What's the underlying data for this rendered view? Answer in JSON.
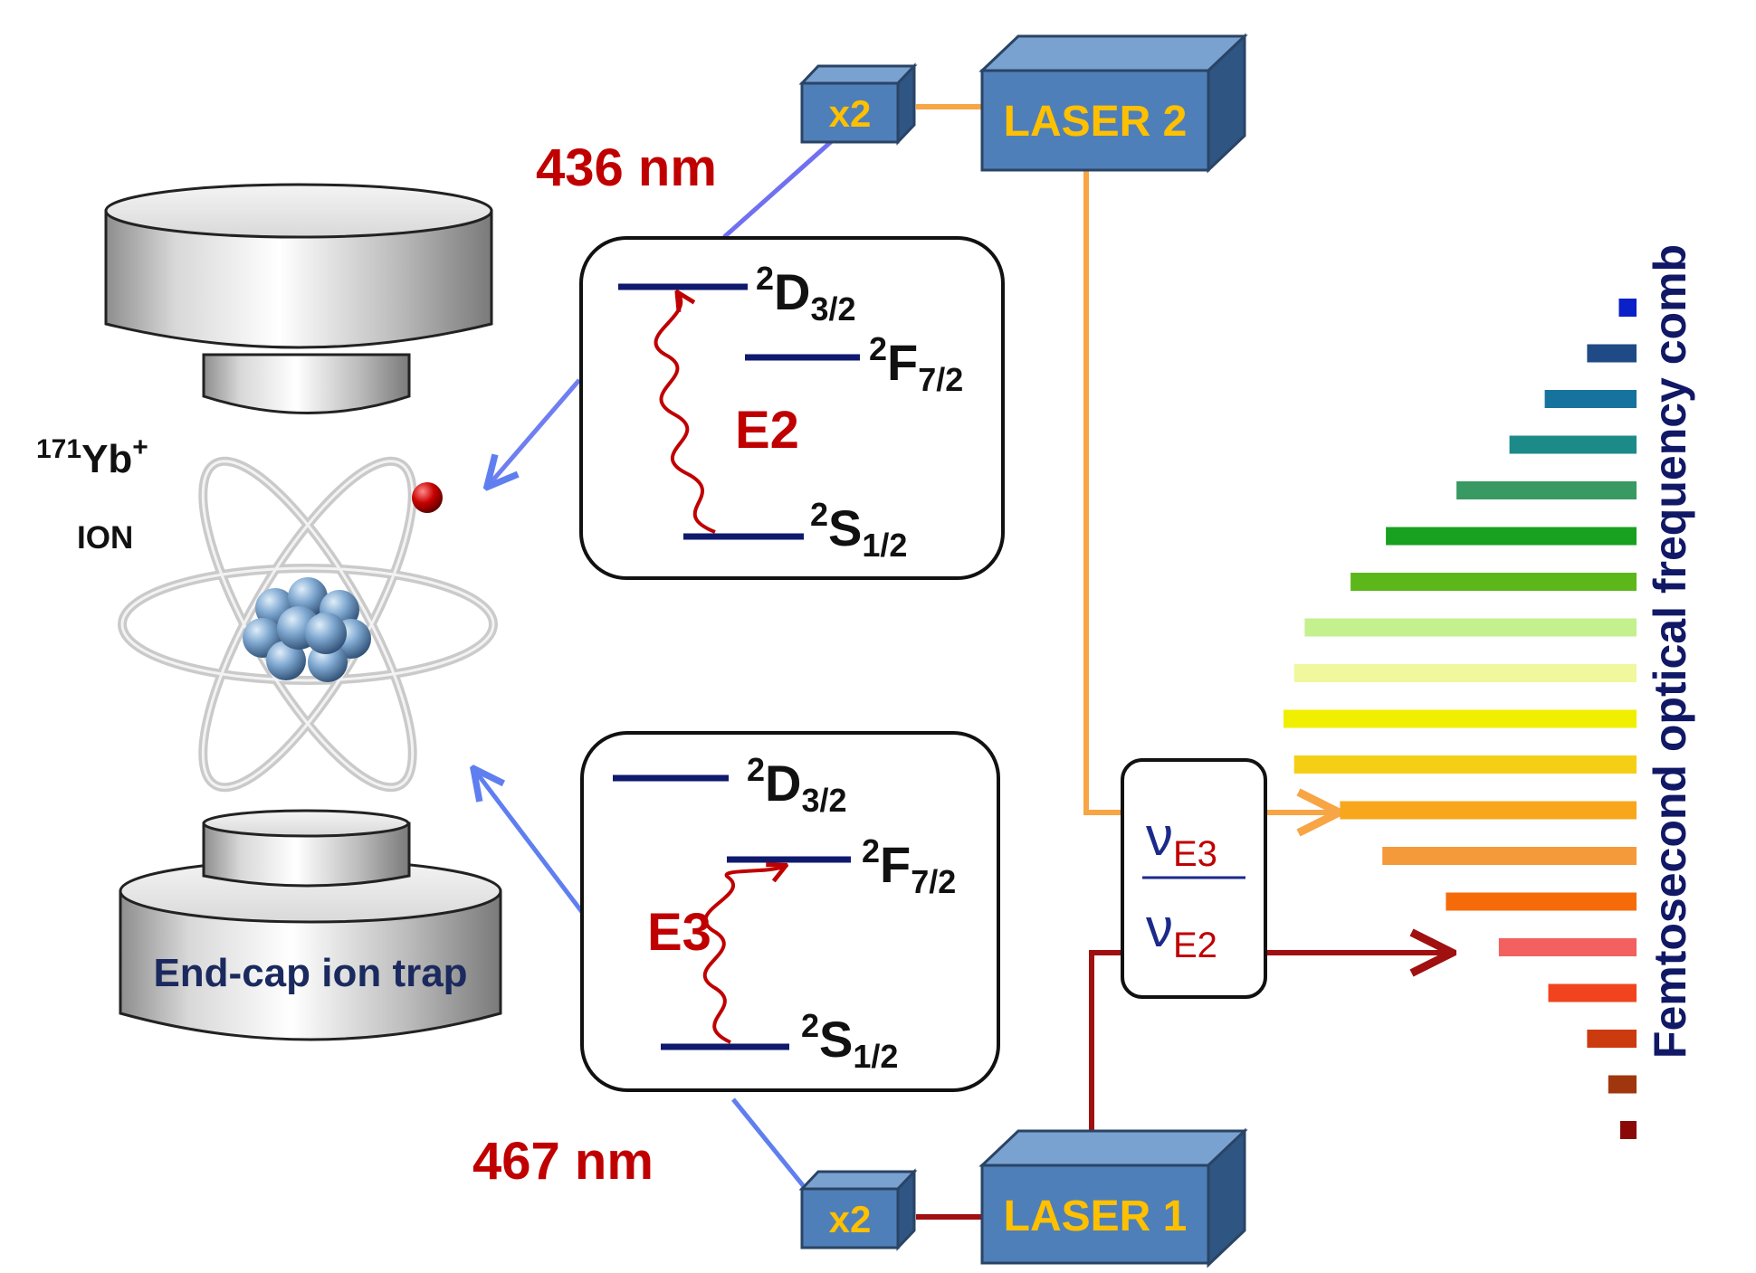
{
  "ion": {
    "isotope_sup": "171",
    "element": "Yb",
    "charge": "+",
    "label": "ION"
  },
  "trap": {
    "label": "End-cap ion trap"
  },
  "lasers": {
    "laser2": {
      "label": "LASER 2",
      "doubler": "x2",
      "wavelength": "436 nm"
    },
    "laser1": {
      "label": "LASER 1",
      "doubler": "x2",
      "wavelength": "467 nm"
    }
  },
  "levels_e2": {
    "transition": "E2",
    "upper": {
      "sup": "2",
      "main": "D",
      "sub": "3/2"
    },
    "middle": {
      "sup": "2",
      "main": "F",
      "sub": "7/2"
    },
    "ground": {
      "sup": "2",
      "main": "S",
      "sub": "1/2"
    }
  },
  "levels_e3": {
    "transition": "E3",
    "upper": {
      "sup": "2",
      "main": "D",
      "sub": "3/2"
    },
    "middle": {
      "sup": "2",
      "main": "F",
      "sub": "7/2"
    },
    "ground": {
      "sup": "2",
      "main": "S",
      "sub": "1/2"
    }
  },
  "ratio": {
    "numerator_symbol": "ν",
    "numerator_sub": "E3",
    "denominator_symbol": "ν",
    "denominator_sub": "E2"
  },
  "comb": {
    "label": "Femtosecond optical frequency comb",
    "line_fractions": [
      0.05,
      0.14,
      0.26,
      0.36,
      0.51,
      0.71,
      0.81,
      0.94,
      0.97,
      1.0,
      0.97,
      0.84,
      0.72,
      0.54,
      0.39,
      0.25,
      0.14,
      0.08,
      0.04
    ],
    "line_colors": [
      "#0a20c8",
      "#1f4a86",
      "#15739e",
      "#1d8a8a",
      "#389962",
      "#18a020",
      "#5cb71a",
      "#c4f08e",
      "#f1f79c",
      "#f0ef00",
      "#f5cf15",
      "#f8a71d",
      "#f59a3b",
      "#f56b0a",
      "#f2605f",
      "#f1441e",
      "#cc3a10",
      "#a0360e",
      "#8a0808"
    ]
  },
  "colors": {
    "transition_red": "#c00000",
    "level_navy": "#0f1a6e",
    "laser_fill": "#4f7fb8",
    "laser_text": "#ffc000",
    "beam_blue": "#5f7ff0",
    "beam_orange": "#f7a545",
    "beam_darkred": "#a01010"
  }
}
